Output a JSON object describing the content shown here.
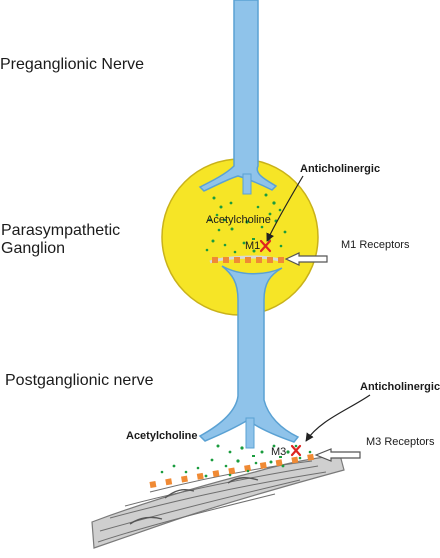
{
  "labels": {
    "preganglionic": "Preganglionic Nerve",
    "ganglion": "Parasympathetic\nGanglion",
    "postganglionic": "Postganglionic nerve",
    "acetylcholine_top": "Acetylcholine",
    "anticholinergic_top": "Anticholinergic",
    "m1": "M1",
    "m1_receptors": "M1 Receptors",
    "acetylcholine_bottom": "Acetylcholine",
    "anticholinergic_bottom": "Anticholinergic",
    "m3": "M3",
    "m3_receptors": "M3 Receptors"
  },
  "colors": {
    "nerve_fill": "#8fc3ea",
    "nerve_stroke": "#5aa1d3",
    "ganglion_fill": "#f6e526",
    "ganglion_stroke": "#c9b21a",
    "receptor": "#f08a34",
    "block_x": "#dd2420",
    "dots": "#1a9c3e",
    "muscle": "#bdbdbd"
  }
}
